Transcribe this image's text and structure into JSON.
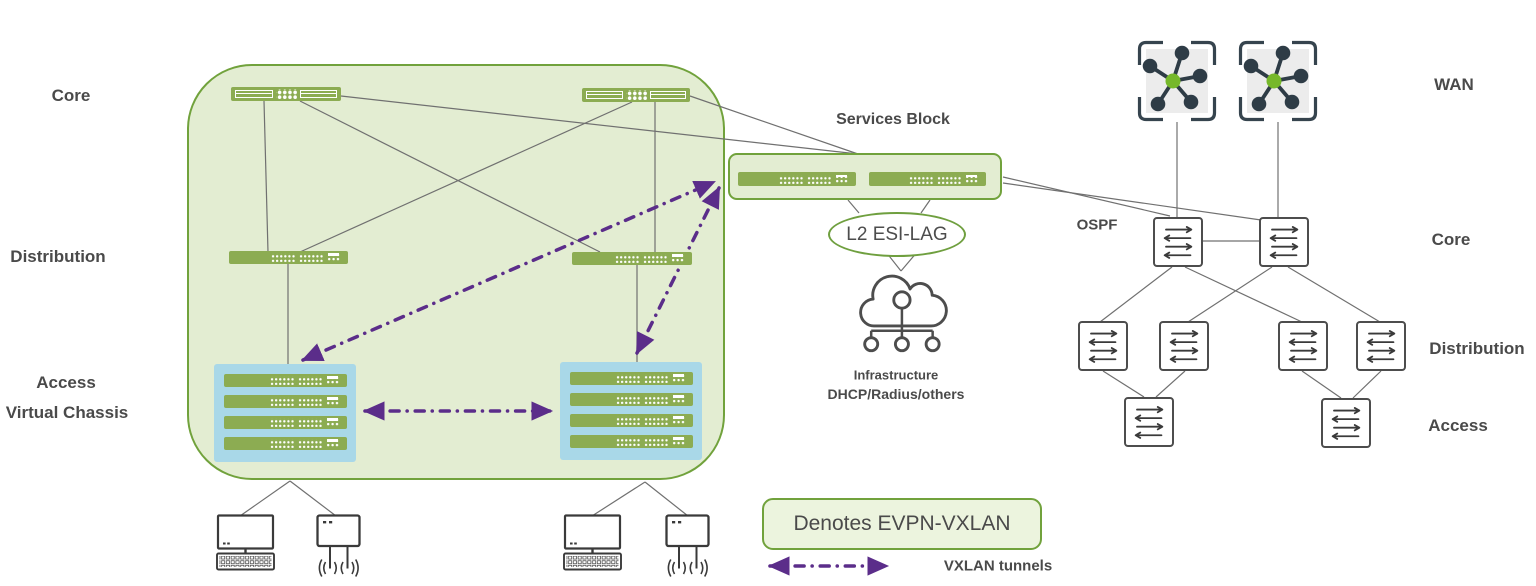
{
  "fabric": {
    "core_label": "Core",
    "distribution_label": "Distribution",
    "access_label_line1": "Access",
    "access_label_line2": "Virtual Chassis"
  },
  "services_block": {
    "title": "Services Block",
    "esi_lag_label": "L2 ESI-LAG",
    "infrastructure_label_line1": "Infrastructure",
    "infrastructure_label_line2": "DHCP/Radius/others"
  },
  "right_topology": {
    "ospf_label": "OSPF",
    "wan_label": "WAN",
    "core_label": "Core",
    "distribution_label": "Distribution",
    "access_label": "Access"
  },
  "legend": {
    "evpn_label": "Denotes EVPN-VXLAN",
    "tunnels_label": "VXLAN tunnels"
  },
  "colors": {
    "fabric_fill": "#e3edd2",
    "fabric_border": "#71a23c",
    "switch_green": "#8cac52",
    "stack_blue": "#a9d8e8",
    "tunnel_purple": "#5b2d8a",
    "connection_gray": "#707070",
    "label_dark": "#4a4a4a",
    "wan_icon_dark": "#2e3c46",
    "wan_icon_green": "#76b82a"
  }
}
